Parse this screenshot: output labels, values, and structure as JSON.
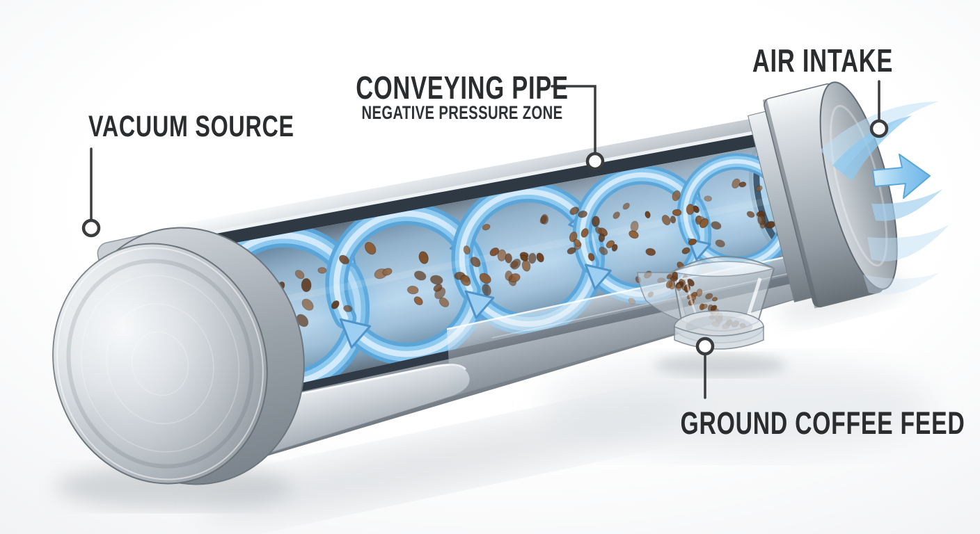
{
  "diagram": {
    "labels": {
      "vacuum_source": "VACUUM SOURCE",
      "conveying_pipe": "CONVEYING PIPE",
      "conveying_pipe_sub": "NEGATIVE PRESSURE ZONE",
      "air_intake": "AIR INTAKE",
      "ground_coffee_feed": "GROUND COFFEE FEED"
    },
    "colors": {
      "background": "#ffffff",
      "label_text": "#2a2c2e",
      "leader_line": "#3a3c3e",
      "leader_marker_fill": "#ffffff",
      "airflow_blue": "#8ec9ef",
      "airflow_highlight": "#d6ecfb",
      "airflow_deep": "#4f93c9",
      "coffee_brown": "#7c4c28",
      "metal_light": "#eef1f4",
      "metal_mid": "#aeb6bd",
      "metal_dark": "#5f6770",
      "pipe_interior_dark": "#3e4a58"
    }
  }
}
